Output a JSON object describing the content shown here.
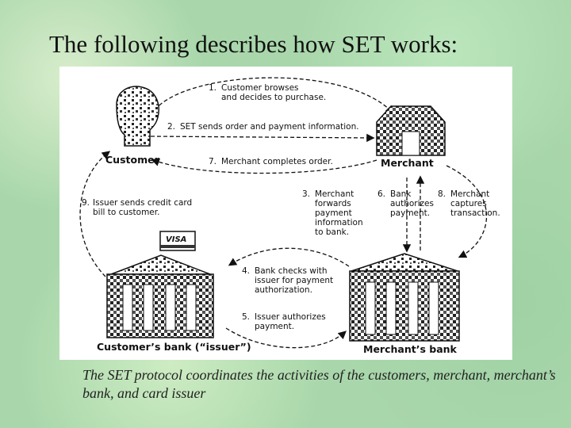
{
  "slide": {
    "title": "The following describes how SET works:",
    "caption": "The SET protocol coordinates the activities of the customers, merchant, merchant’s bank, and card issuer"
  },
  "diagram": {
    "entities": {
      "customer": "Customer",
      "merchant": "Merchant",
      "customers_bank": "Customer’s bank (“issuer”)",
      "merchants_bank": "Merchant’s bank",
      "card_brand": "VISA"
    },
    "steps": [
      {
        "number": "1.",
        "text": "Customer browses\nand decides to purchase."
      },
      {
        "number": "2.",
        "text": "SET sends order and payment information."
      },
      {
        "number": "3.",
        "text": "Merchant\nforwards\npayment\ninformation\nto bank."
      },
      {
        "number": "4.",
        "text": "Bank checks with\nissuer for payment\nauthorization."
      },
      {
        "number": "5.",
        "text": "Issuer authorizes\npayment."
      },
      {
        "number": "6.",
        "text": "Bank\nauthorizes\npayment."
      },
      {
        "number": "7.",
        "text": "Merchant completes order."
      },
      {
        "number": "8.",
        "text": "Merchant\ncaptures\ntransaction."
      },
      {
        "number": "9.",
        "text": "Issuer sends credit card\nbill to customer."
      }
    ]
  }
}
